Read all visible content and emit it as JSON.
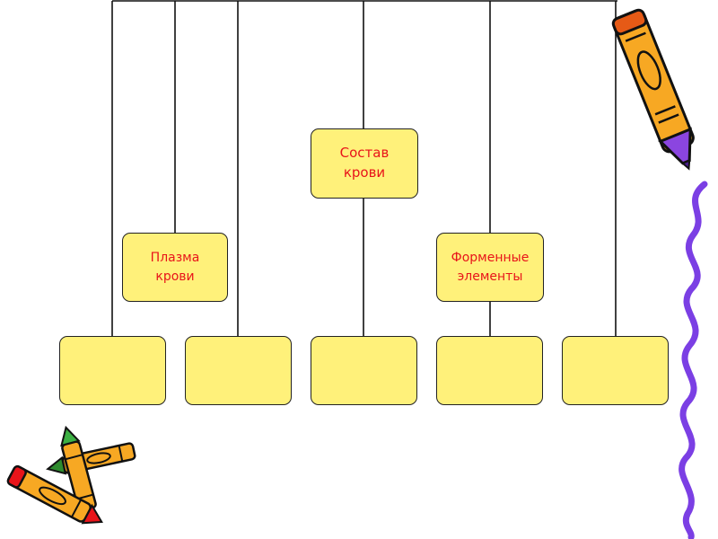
{
  "diagram": {
    "root": {
      "label": "Состав\nкрови"
    },
    "branches": [
      {
        "label": "Плазма\nкрови"
      },
      {
        "label": "Форменные\nэлементы"
      }
    ],
    "leaves": [
      "",
      "",
      "",
      "",
      ""
    ]
  },
  "colors": {
    "box_fill": "#FFF17A",
    "box_stroke": "#222222",
    "label_text": "#E8141A",
    "connector": "#111111",
    "squiggle": "#7B3FE4"
  },
  "icons": [
    "crayon-icon",
    "crayons-cluster-icon",
    "squiggle-line"
  ]
}
